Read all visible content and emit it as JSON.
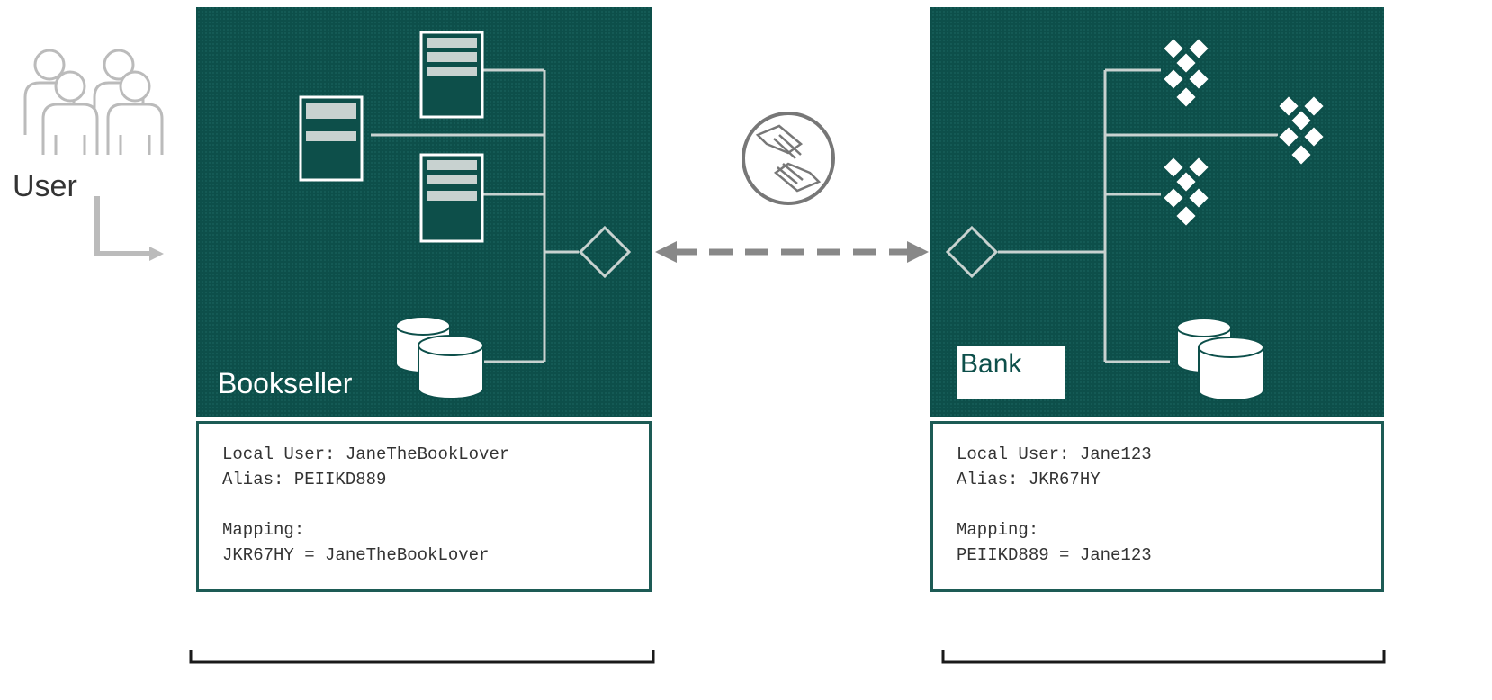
{
  "user": {
    "label": "User"
  },
  "bookseller": {
    "label": "Bookseller",
    "local_user": "Local User: JaneTheBookLover",
    "alias": "Alias: PEIIKD889",
    "mapping_title": "Mapping:",
    "mapping": "JKR67HY = JaneTheBookLover"
  },
  "bank": {
    "label": "Bank",
    "local_user": "Local User: Jane123",
    "alias": "Alias: JKR67HY",
    "mapping_title": "Mapping:",
    "mapping": "PEIIKD889 = Jane123"
  },
  "colors": {
    "panel": "#0d4f4a",
    "line": "#c8d2d0",
    "arrow": "#888888",
    "user_icon": "#bbbbbb"
  }
}
